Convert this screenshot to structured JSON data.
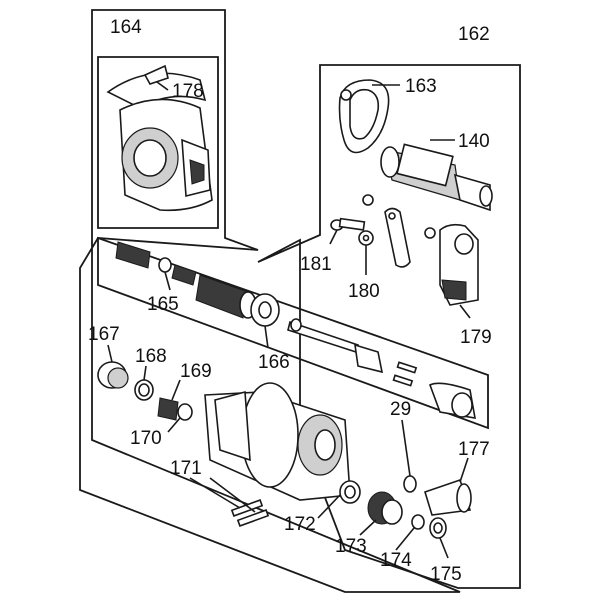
{
  "callouts": {
    "c164": "164",
    "c178": "178",
    "c162": "162",
    "c163": "163",
    "c140": "140",
    "c181": "181",
    "c180": "180",
    "c179": "179",
    "c165": "165",
    "c166": "166",
    "c167": "167",
    "c168": "168",
    "c169": "169",
    "c170": "170",
    "c171": "171",
    "c29": "29",
    "c177": "177",
    "c172": "172",
    "c173": "173",
    "c174": "174",
    "c175": "175"
  }
}
